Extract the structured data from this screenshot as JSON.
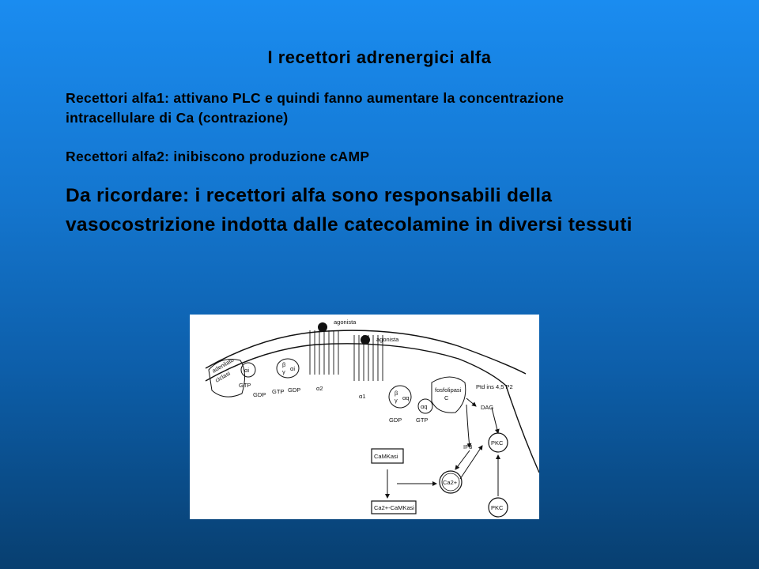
{
  "slide": {
    "title": "I recettori adrenergici alfa",
    "paragraph_1": "Recettori alfa1: attivano PLC e quindi fanno aumentare la concentrazione intracellulare di Ca (contrazione)",
    "paragraph_2": "Recettori alfa2: inibiscono produzione cAMP",
    "paragraph_3": "Da ricordare: i recettori alfa sono responsabili della vasocostrizione indotta dalle catecolamine in diversi tessuti"
  },
  "figure": {
    "labels": {
      "agonist_1": "agonista",
      "agonist_2": "agonista",
      "adenylate_1": "adenilato",
      "adenylate_2": "ciclasi",
      "alpha_i": "αi",
      "beta_1": "β",
      "gamma_1": "γ",
      "alpha_i2": "αi",
      "gtp_1": "GTP",
      "gdp_1": "GDP",
      "gtp_2": "GTP",
      "gdp_2": "GDP",
      "alpha2": "α2",
      "alpha1": "α1",
      "beta_2": "β",
      "gamma_2": "γ",
      "alpha_q": "αq",
      "alpha_q2": "αq",
      "gdp_3": "GDP",
      "gtp_3": "GTP",
      "phospholipase_1": "fosfolipasi",
      "phospholipase_2": "C",
      "ptd": "Ptd ins 4,5 P2",
      "dag": "DAG",
      "ip3": "IP3",
      "pkc_1": "PKC",
      "camk": "CaMKasi",
      "ca": "Ca2+",
      "ca_camk": "Ca2+-CaMKasi",
      "pkc_2": "PKC"
    }
  }
}
